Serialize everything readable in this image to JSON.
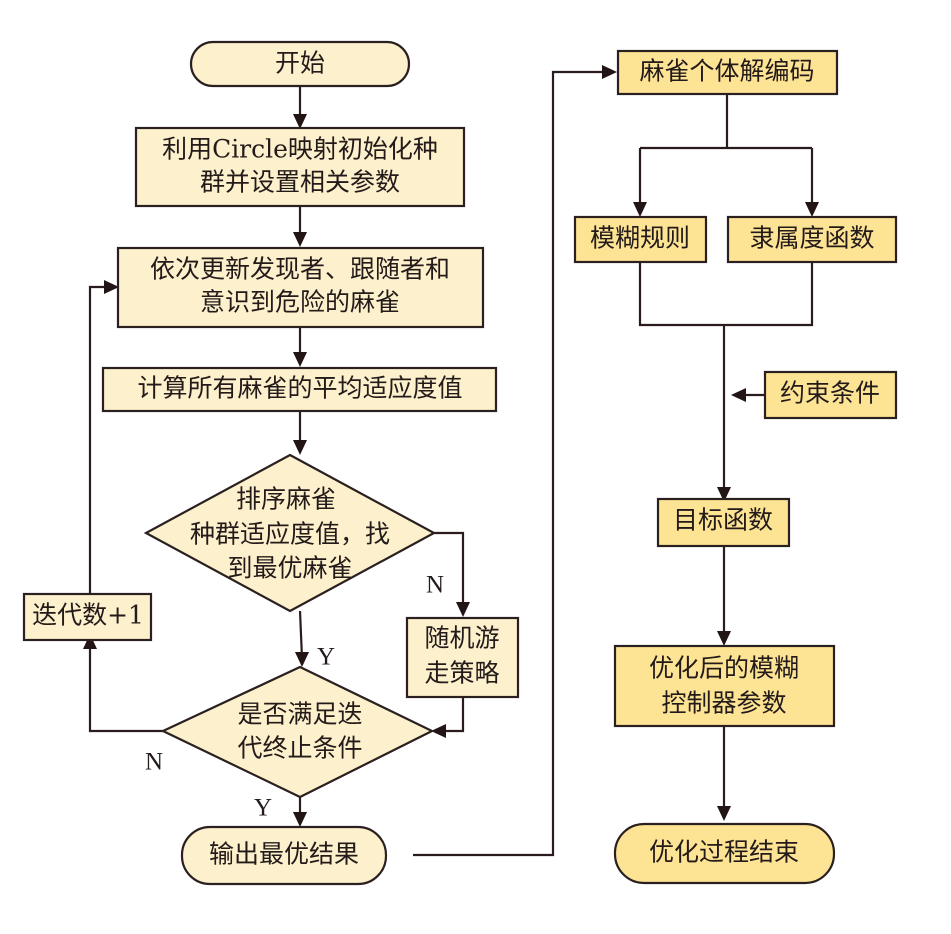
{
  "nodes": {
    "start": {
      "label": "开始"
    },
    "init": {
      "lines": [
        "利用Circle映射初始化种",
        "群并设置相关参数"
      ]
    },
    "update": {
      "lines": [
        "依次更新发现者、跟随者和",
        "意识到危险的麻雀"
      ]
    },
    "avg_fitness": {
      "label": "计算所有麻雀的平均适应度值"
    },
    "sort_decision": {
      "lines": [
        "排序麻雀",
        "种群适应度值，找",
        "到最优麻雀"
      ]
    },
    "random_walk": {
      "lines": [
        "随机游",
        "走策略"
      ]
    },
    "iter_plus": {
      "label": "迭代数+1"
    },
    "terminate_decision": {
      "lines": [
        "是否满足迭",
        "代终止条件"
      ]
    },
    "output_best": {
      "label": "输出最优结果"
    },
    "decode": {
      "label": "麻雀个体解编码"
    },
    "fuzzy_rules": {
      "label": "模糊规则"
    },
    "membership": {
      "label": "隶属度函数"
    },
    "constraints": {
      "label": "约束条件"
    },
    "objective": {
      "label": "目标函数"
    },
    "optimized_params": {
      "lines": [
        "优化后的模糊",
        "控制器参数"
      ]
    },
    "end": {
      "label": "优化过程结束"
    }
  },
  "edge_labels": {
    "sort_no": "N",
    "sort_yes": "Y",
    "terminate_no": "N",
    "terminate_yes": "Y"
  },
  "colors": {
    "left_fill": "#FDF0CC",
    "right_fill": "#FDE394",
    "stroke": "#2a2020"
  }
}
